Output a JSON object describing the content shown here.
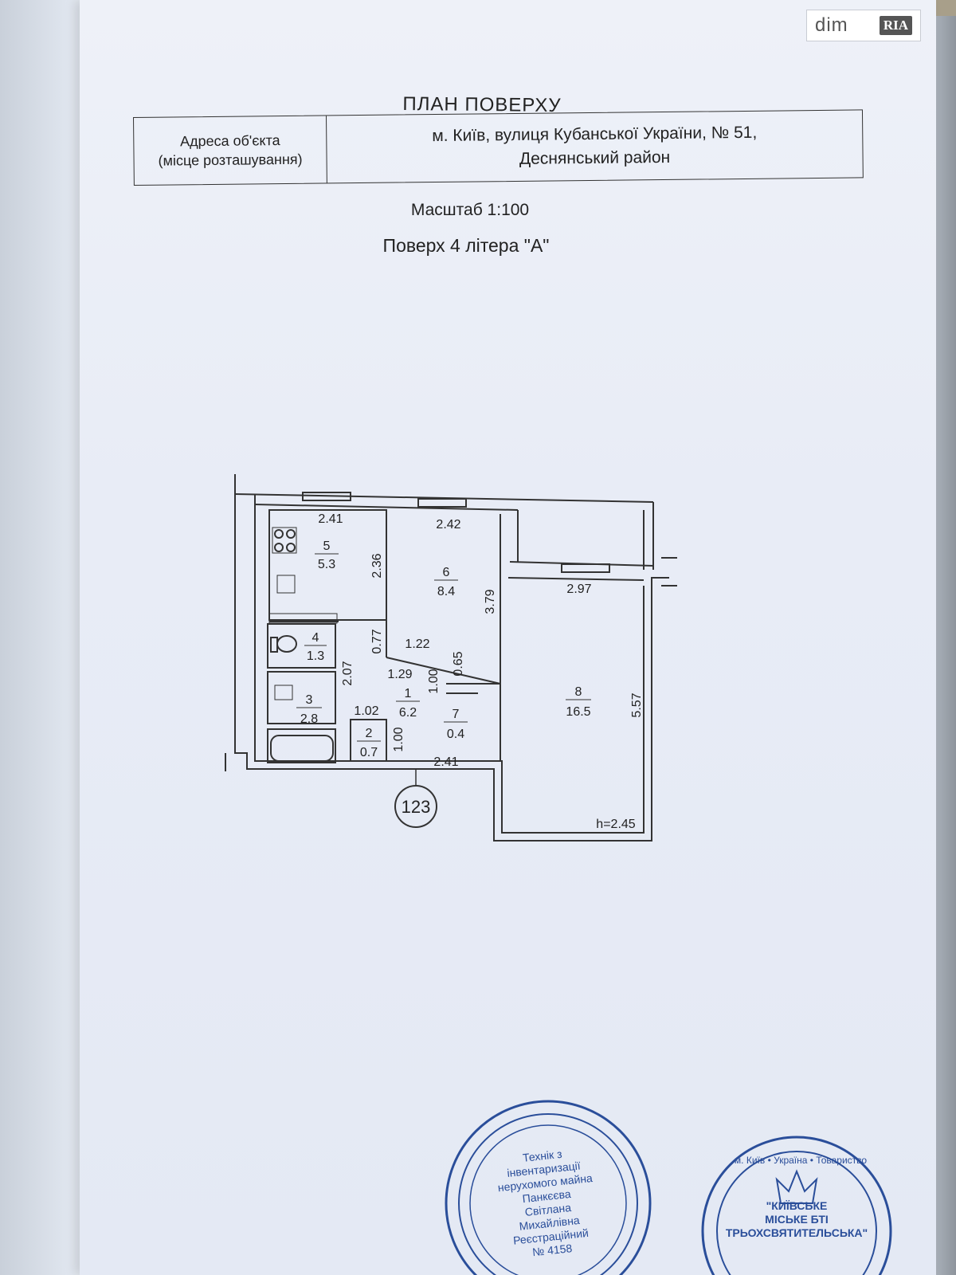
{
  "logo": {
    "dim": "dim",
    "ria": "RIA"
  },
  "title": "ПЛАН  ПОВЕРХУ",
  "address": {
    "label_line1": "Адреса об'єкта",
    "label_line2": "(місце розташування)",
    "value_line1": "м. Київ, вулиця Кубанської України, № 51,",
    "value_line2": "Деснянський район"
  },
  "scale": "Масштаб 1:100",
  "floor": "Поверх 4 літера \"А\"",
  "rooms": [
    {
      "number": "1",
      "area": "6.2"
    },
    {
      "number": "2",
      "area": "0.7"
    },
    {
      "number": "3",
      "area": "2.8"
    },
    {
      "number": "4",
      "area": "1.3"
    },
    {
      "number": "5",
      "area": "5.3"
    },
    {
      "number": "6",
      "area": "8.4"
    },
    {
      "number": "7",
      "area": "0.4"
    },
    {
      "number": "8",
      "area": "16.5"
    }
  ],
  "dimensions": {
    "d_241_top": "2.41",
    "d_242": "2.42",
    "d_236": "2.36",
    "d_379": "3.79",
    "d_297": "2.97",
    "d_557": "5.57",
    "d_077": "0.77",
    "d_122": "1.22",
    "d_065": "0.65",
    "d_129": "1.29",
    "d_100_a": "1.00",
    "d_207": "2.07",
    "d_102": "1.02",
    "d_100_b": "1.00",
    "d_241_bottom": "2.41"
  },
  "height": "h=2.45",
  "apartment_number": "123",
  "stamp_left": {
    "line1": "Технік з",
    "line2": "інвентаризації",
    "line3": "нерухомого майна",
    "line4": "Панкєєва",
    "line5": "Світлана",
    "line6": "Михайлівна",
    "line7": "Реєстраційний",
    "line8": "№ 4158"
  },
  "stamp_right": {
    "line1": "\"КИЇВСЬКЕ",
    "line2": "МІСЬКЕ БТІ",
    "line3": "ТРЬОХСВЯТИТЕЛЬСЬКА\"",
    "ring": "м. Київ • Україна • Товариство"
  },
  "colors": {
    "ink": "#222222",
    "stamp": "#2a4e9a",
    "paper": "#eaeef7"
  }
}
